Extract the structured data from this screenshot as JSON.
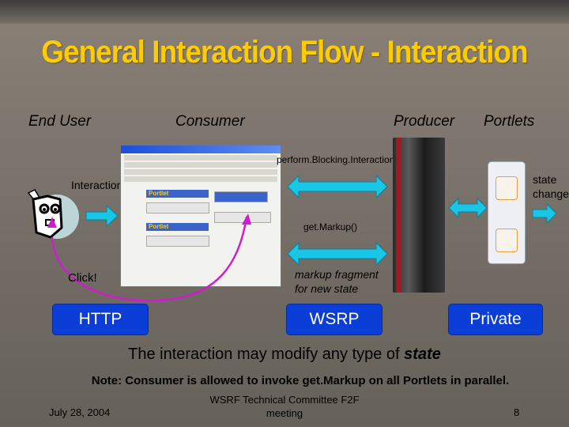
{
  "title": "General Interaction Flow - Interaction",
  "columns": {
    "end_user": "End User",
    "consumer": "Consumer",
    "producer": "Producer",
    "portlets": "Portlets"
  },
  "labels": {
    "interaction": "Interaction",
    "click": "Click!",
    "perform_blocking": "perform.Blocking.Interaction()",
    "get_markup": "get.Markup()",
    "markup_fragment_line1": "markup fragment",
    "markup_fragment_line2": "for new state",
    "state_change_line1": "state",
    "state_change_line2": "change",
    "portlet_a": "Portlet",
    "portlet_b": "Portlet"
  },
  "protocols": {
    "http": "HTTP",
    "wsrp": "WSRP",
    "private": "Private"
  },
  "text": {
    "main_line_prefix": "The interaction may modify any type of ",
    "main_line_emph": "state",
    "note": "Note: Consumer is allowed to invoke get.Markup on all Portlets in parallel."
  },
  "footer": {
    "date": "July 28, 2004",
    "committee_line1": "WSRF Technical Committee F2F",
    "committee_line2": "meeting",
    "page_number": "8"
  },
  "colors": {
    "title": "#ffcc00",
    "protocol_button": "#0b3ed6",
    "arrow_fill": "#19c6e6",
    "curve": "#d01ccf"
  }
}
